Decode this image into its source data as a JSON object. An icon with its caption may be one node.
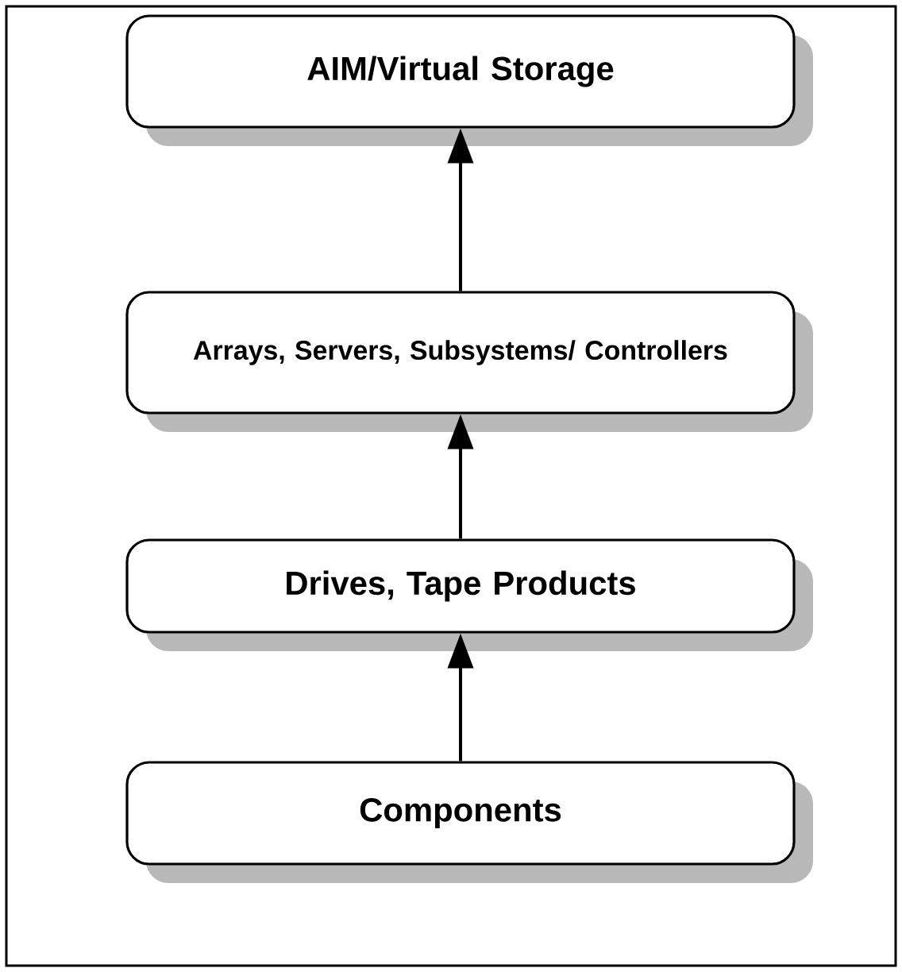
{
  "diagram": {
    "nodes": [
      {
        "text": [
          "AIM/Virtual Storage"
        ]
      },
      {
        "text": [
          "Arrays, Servers, Subsystems/ Controllers"
        ]
      },
      {
        "text": [
          "Drives, Tape Products"
        ]
      },
      {
        "text": [
          "Components"
        ]
      }
    ],
    "edges": [
      {
        "from": 1,
        "to": 0,
        "arrow": "to"
      },
      {
        "from": 2,
        "to": 1,
        "arrow": "to"
      },
      {
        "from": 3,
        "to": 2,
        "arrow": "to"
      }
    ]
  }
}
